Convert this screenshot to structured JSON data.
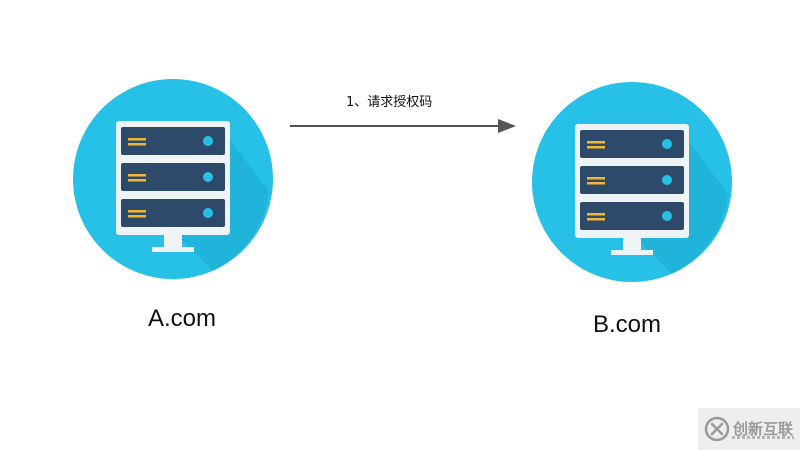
{
  "nodes": {
    "a": {
      "label": "A.com"
    },
    "b": {
      "label": "B.com"
    }
  },
  "edge": {
    "label": "1、请求授权码"
  },
  "watermark": {
    "text": "创新互联"
  },
  "colors": {
    "circle": "#27c1e8",
    "shadow": "#1ea9cf",
    "server_body": "#eef3f5",
    "server_slot": "#2d4a6a",
    "server_led": "#27c1e8",
    "server_bar": "#f2b632",
    "arrow": "#555555"
  },
  "icons": {
    "server": "server-icon",
    "watermark_logo": "chuangxin-logo-icon"
  }
}
